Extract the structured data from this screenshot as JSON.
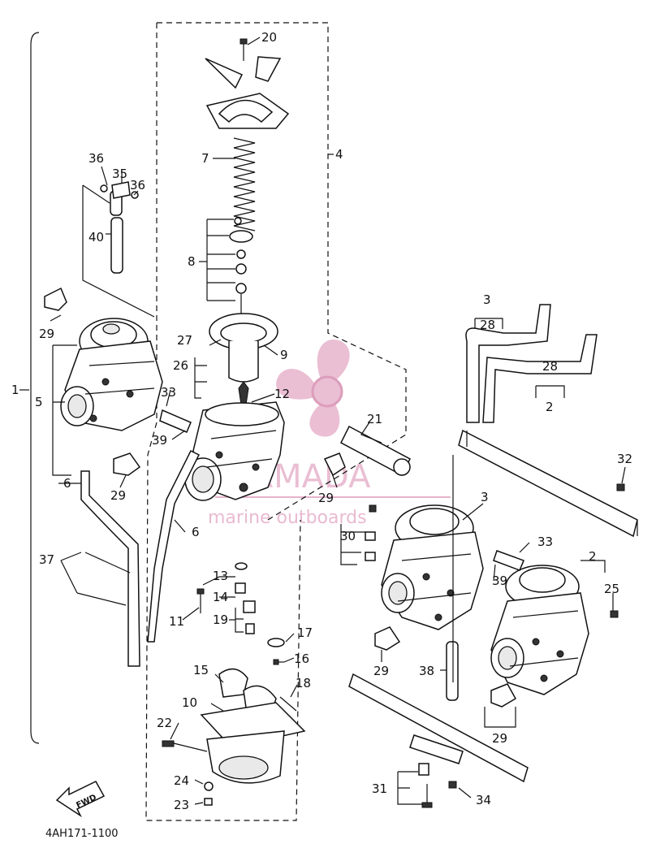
{
  "diagram_code": "4AH171-1100",
  "watermark": {
    "brand": "ARMADA",
    "tagline": "marine outboards"
  },
  "arrow_label": "FWD",
  "callouts": {
    "c1": "1",
    "c2a": "2",
    "c2b": "2",
    "c3a": "3",
    "c3b": "3",
    "c4": "4",
    "c5": "5",
    "c6a": "6",
    "c6b": "6",
    "c7": "7",
    "c8": "8",
    "c9": "9",
    "c10": "10",
    "c11": "11",
    "c12": "12",
    "c13": "13",
    "c14": "14",
    "c15": "15",
    "c16": "16",
    "c17": "17",
    "c18": "18",
    "c19": "19",
    "c20": "20",
    "c21": "21",
    "c22": "22",
    "c23": "23",
    "c24": "24",
    "c25": "25",
    "c26": "26",
    "c27": "27",
    "c28a": "28",
    "c28b": "28",
    "c29a": "29",
    "c29b": "29",
    "c29c": "29",
    "c29d": "29",
    "c29e": "29",
    "c30": "30",
    "c31": "31",
    "c32": "32",
    "c33a": "33",
    "c33b": "33",
    "c34": "34",
    "c35": "35",
    "c36a": "36",
    "c36b": "36",
    "c37": "37",
    "c38": "38",
    "c39a": "39",
    "c39b": "39",
    "c40": "40"
  }
}
